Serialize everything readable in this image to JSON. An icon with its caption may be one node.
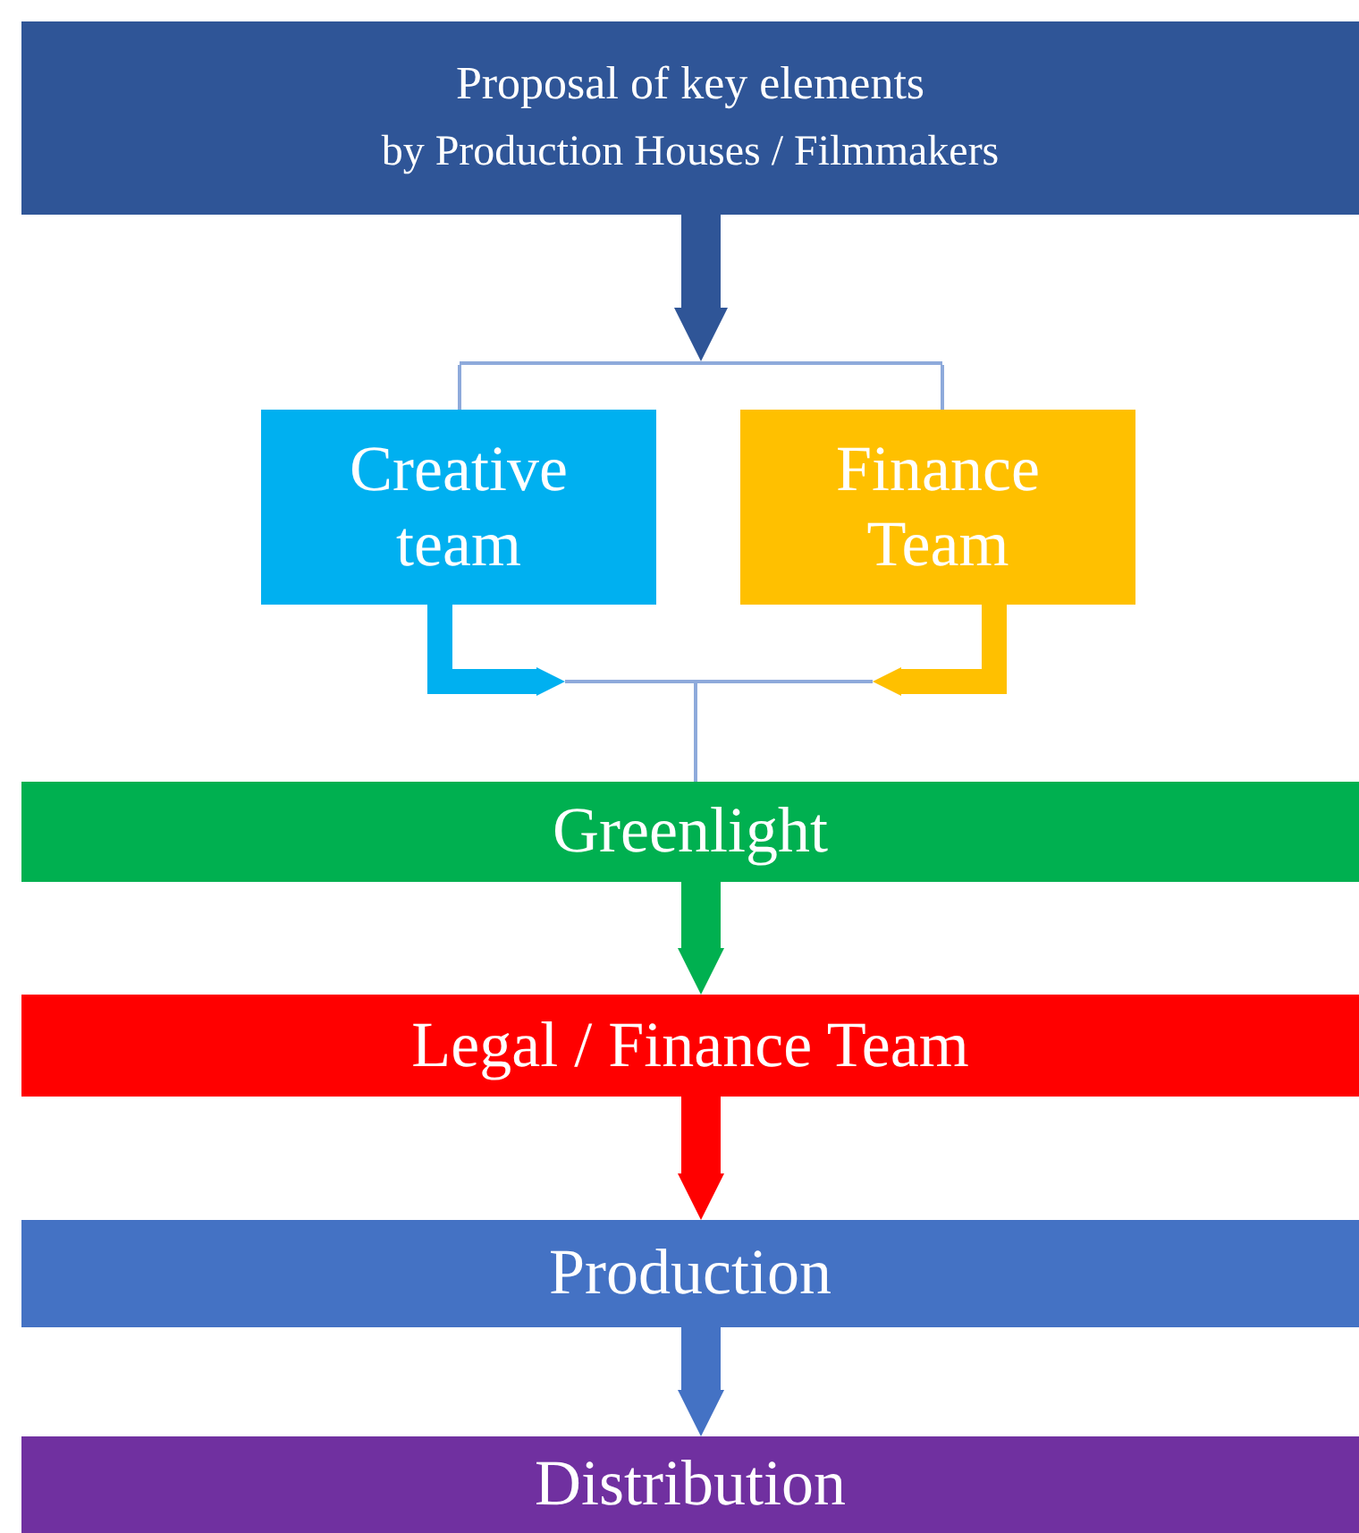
{
  "diagram": {
    "nodes": [
      {
        "text": [
          "Proposal of key elements",
          "by Production Houses / Filmmakers"
        ]
      },
      {
        "text": [],
        "shape": "bar"
      },
      {
        "text": [
          "Creative team"
        ]
      },
      {
        "text": [
          "Finance Team"
        ]
      },
      {
        "text": [],
        "shape": "bar"
      },
      {
        "text": [
          "Greenlight"
        ]
      },
      {
        "text": [
          "Legal / Finance Team"
        ]
      },
      {
        "text": [
          "Production"
        ]
      },
      {
        "text": [
          "Distribution"
        ]
      }
    ],
    "edges": [
      {
        "from": 0,
        "to": 1,
        "arrow": "to",
        "color": "#2f5597"
      },
      {
        "from": 1,
        "to": 2,
        "arrow": "none",
        "color": "#8eaadb"
      },
      {
        "from": 1,
        "to": 3,
        "arrow": "none",
        "color": "#8eaadb"
      },
      {
        "from": 2,
        "to": 4,
        "arrow": "to",
        "color": "#00b0f0"
      },
      {
        "from": 3,
        "to": 4,
        "arrow": "to",
        "color": "#ffc000"
      },
      {
        "from": 4,
        "to": 5,
        "arrow": "none",
        "color": "#8eaadb"
      },
      {
        "from": 5,
        "to": 6,
        "arrow": "to",
        "color": "#00b050"
      },
      {
        "from": 6,
        "to": 7,
        "arrow": "to",
        "color": "#ff0000"
      },
      {
        "from": 7,
        "to": 8,
        "arrow": "to",
        "color": "#4472c4"
      }
    ]
  }
}
